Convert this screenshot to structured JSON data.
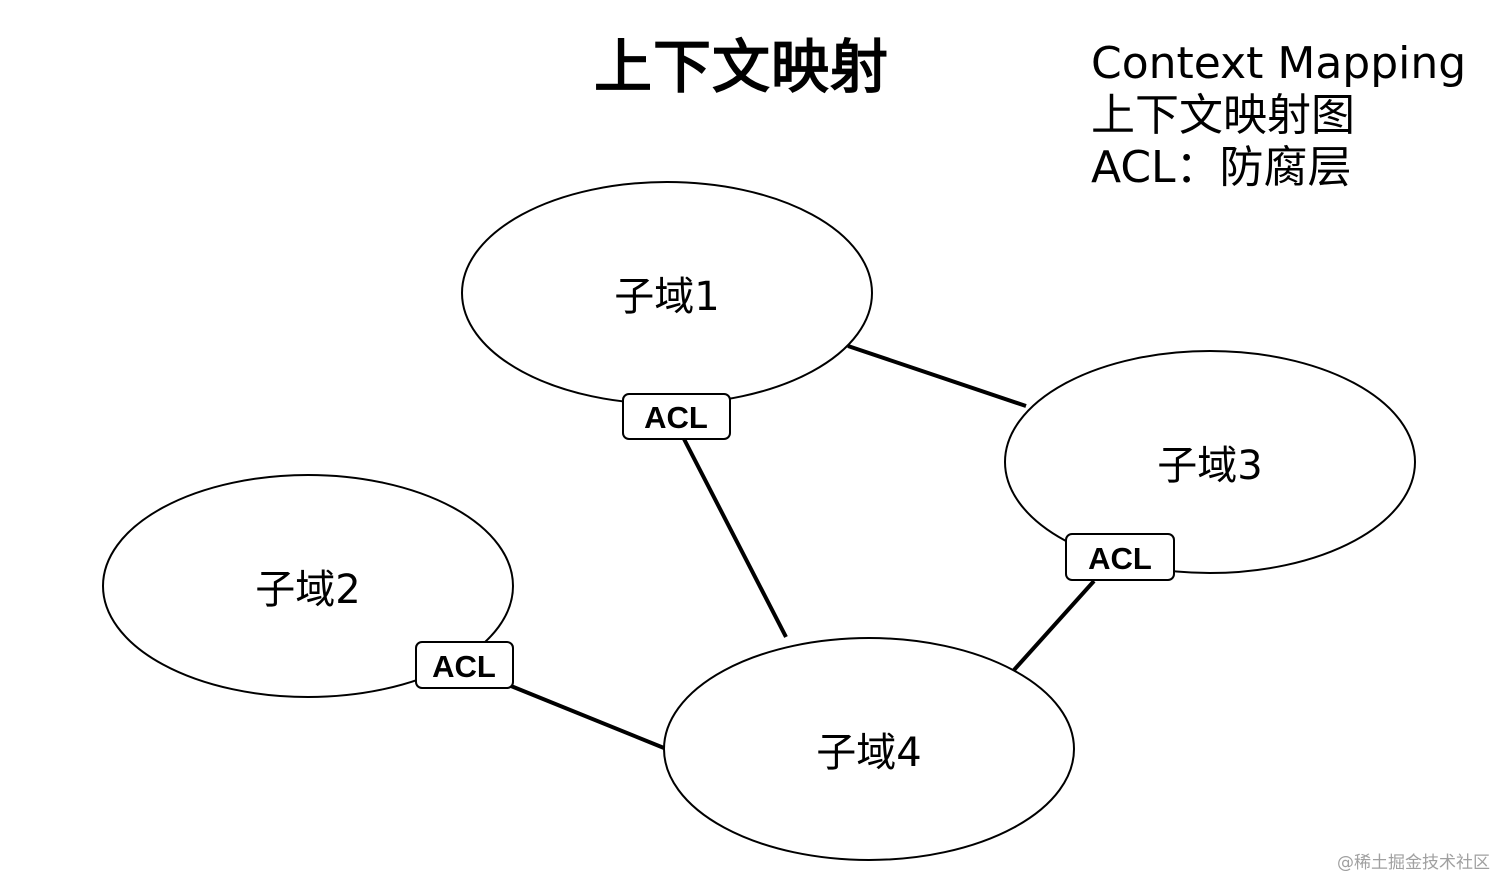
{
  "title": "上下文映射",
  "legend": {
    "line1": "Context Mapping",
    "line2": "上下文映射图",
    "line3": "ACL：防腐层"
  },
  "domains": {
    "d1": "子域1",
    "d2": "子域2",
    "d3": "子域3",
    "d4": "子域4"
  },
  "acl": {
    "a1": "ACL",
    "a2": "ACL",
    "a3": "ACL"
  },
  "watermark": "@稀土掘金技术社区"
}
